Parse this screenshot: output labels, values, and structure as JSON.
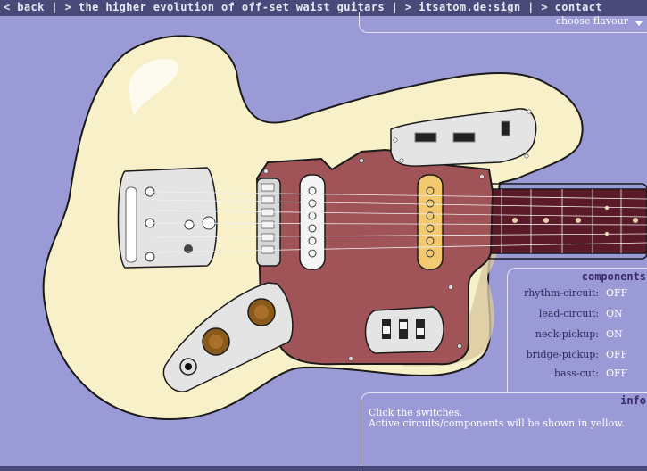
{
  "nav": {
    "back": "< back |",
    "evolution": "> the higher evolution of off-set waist guitars |",
    "itsatom": "> itsatom.de:sign |",
    "contact": "> contact"
  },
  "flavour": {
    "label": "choose flavour"
  },
  "components": {
    "title": "components",
    "items": [
      {
        "label": "rhythm-circuit:",
        "value": "OFF"
      },
      {
        "label": "lead-circuit:",
        "value": "ON"
      },
      {
        "label": "neck-pickup:",
        "value": "ON"
      },
      {
        "label": "bridge-pickup:",
        "value": "OFF"
      },
      {
        "label": "bass-cut:",
        "value": "OFF"
      }
    ]
  },
  "info": {
    "title": "info",
    "line1": "Click the switches.",
    "line2": "Active circuits/components will be shown in yellow."
  },
  "colors": {
    "background": "#9a9ad6",
    "bar": "#4a4a7a",
    "body": "#f8f0c8",
    "pickguard": "#a05458",
    "active": "#f2c870"
  }
}
